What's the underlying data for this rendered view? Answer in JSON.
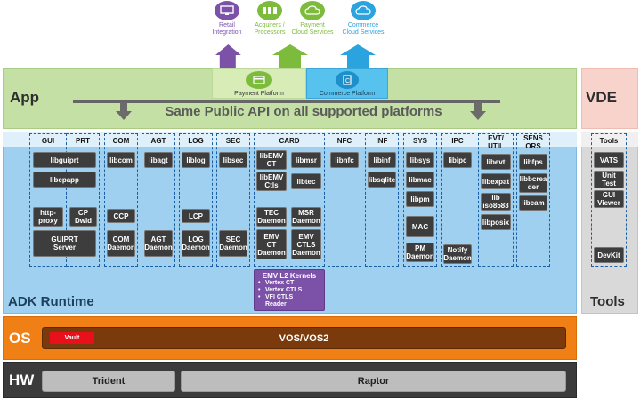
{
  "services": [
    {
      "label": "Retail\nIntegration",
      "color": "#7b52a8",
      "text_color": "#7b52a8",
      "icon": "monitor-icon"
    },
    {
      "label": "Acquirers /\nProcessors",
      "color": "#7dbb3c",
      "text_color": "#7dbb3c",
      "icon": "network-icon"
    },
    {
      "label": "Payment\nCloud Services",
      "color": "#7dbb3c",
      "text_color": "#7dbb3c",
      "icon": "cloud-icon"
    },
    {
      "label": "Commerce\nCloud Services",
      "color": "#2aa3de",
      "text_color": "#2aa3de",
      "icon": "cloud-icon"
    }
  ],
  "platforms": {
    "payment": "Payment Platform",
    "commerce": "Commerce Platform"
  },
  "app": {
    "label": "App",
    "api_text": "Same Public API on all supported platforms"
  },
  "runtime": {
    "label": "ADK Runtime"
  },
  "columns": [
    {
      "id": "gui",
      "head": "GUI"
    },
    {
      "id": "prt",
      "head": "PRT"
    },
    {
      "id": "com",
      "head": "COM"
    },
    {
      "id": "agt",
      "head": "AGT"
    },
    {
      "id": "log",
      "head": "LOG"
    },
    {
      "id": "sec",
      "head": "SEC"
    },
    {
      "id": "card",
      "head": "CARD"
    },
    {
      "id": "nfc",
      "head": "NFC"
    },
    {
      "id": "inf",
      "head": "INF"
    },
    {
      "id": "sys",
      "head": "SYS"
    },
    {
      "id": "ipc",
      "head": "IPC"
    },
    {
      "id": "evt",
      "head": "EVT/\nUTIL"
    },
    {
      "id": "sens",
      "head": "SENS\nORS"
    }
  ],
  "boxes": {
    "libguiprt": "libguiprt",
    "libcpapp": "libcpapp",
    "http_proxy": "http-\nproxy",
    "cp_dwld": "CP\nDwld",
    "guiprt_server": "GUIPRT\nServer",
    "libcom": "libcom",
    "ccp": "CCP",
    "com_daemon": "COM\nDaemon",
    "libagt": "libagt",
    "agt_daemon": "AGT\nDaemon",
    "liblog": "liblog",
    "lcp": "LCP",
    "log_daemon": "LOG\nDaemon",
    "libsec": "libsec",
    "sec_daemon": "SEC\nDaemon",
    "libemv_ct": "libEMV\nCT",
    "libmsr": "libmsr",
    "libemv_ctls": "libEMV\nCtls",
    "libtec": "libtec",
    "tec_daemon": "TEC\nDaemon",
    "msr_daemon": "MSR\nDaemon",
    "emv_ct_daemon": "EMV\nCT\nDaemon",
    "emv_ctls_daemon": "EMV\nCTLS\nDaemon",
    "libnfc": "libnfc",
    "libinf": "libinf",
    "libsqlite": "libsqlite",
    "libsys": "libsys",
    "libmac": "libmac",
    "libpm": "libpm",
    "mac": "MAC",
    "pm_daemon": "PM\nDaemon",
    "libipc": "libipc",
    "notify_daemon": "Notify\nDaemon",
    "libevt": "libevt",
    "libexpat": "libexpat",
    "lib_iso8583": "lib\niso8583",
    "libposix": "libposix",
    "libfps": "libfps",
    "libbcreader": "libbcrea\nder",
    "libcam": "libcam"
  },
  "emv_kernels": {
    "title": "EMV L2 Kernels",
    "items": [
      "Vertex CT",
      "Vertex CTLS",
      "VFI CTLS\nReader"
    ]
  },
  "vde": {
    "label": "VDE"
  },
  "tools": {
    "label": "Tools",
    "head": "Tools",
    "items": [
      "VATS",
      "Unit\nTest",
      "GUI\nViewer",
      "DevKit"
    ]
  },
  "os": {
    "label": "OS",
    "vault": "Vault",
    "vos": "VOS/VOS2"
  },
  "hw": {
    "label": "HW",
    "trident": "Trident",
    "raptor": "Raptor"
  },
  "colors": {
    "app_green": "#c4e0a4",
    "runtime_blue": "#9fd0f0",
    "vde_pink": "#f8d3cc",
    "tools_gray": "#d9d9d9",
    "os_orange": "#f07f15",
    "hw_dark": "#3b3b3b",
    "kernel_purple": "#7b52a8",
    "vault_red": "#e8111b"
  }
}
